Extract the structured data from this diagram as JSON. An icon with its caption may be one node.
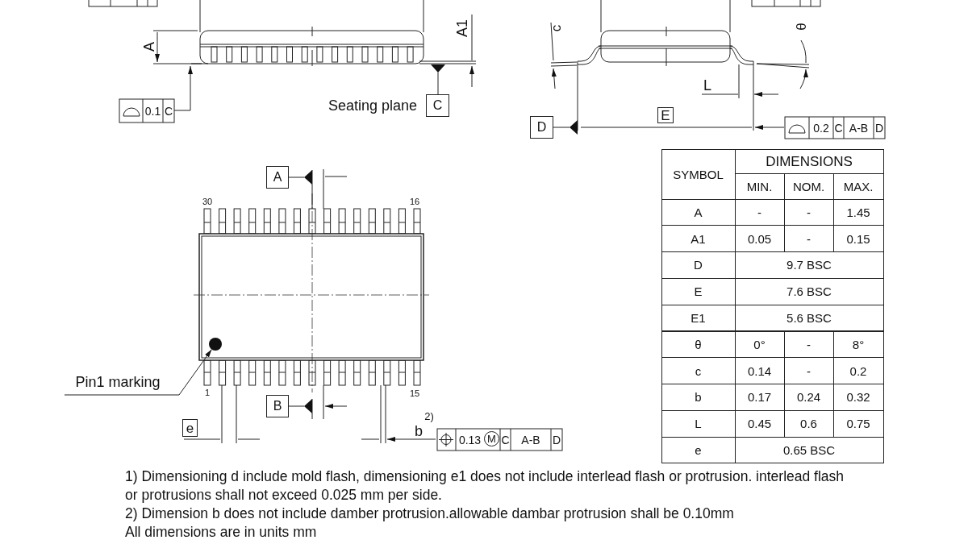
{
  "diagram": {
    "nodes": [
      {
        "text": [
          "Pin1 marking"
        ]
      },
      {
        "text": [],
        "shape": "circle"
      }
    ],
    "edges": [
      {
        "from": 0,
        "to": 1,
        "arrow": "to"
      }
    ],
    "labels": [
      "A1",
      "A",
      "0.1",
      "C",
      "Seating plane",
      "C",
      "c",
      "θ",
      "L",
      "D",
      "E",
      "0.2",
      "C",
      "A-B",
      "D",
      "A",
      "30",
      "16",
      "1",
      "15",
      "B",
      "e",
      "b",
      "2)",
      "0.13",
      "M",
      "C",
      "A-B",
      "D",
      "SYMBOL",
      "DIMENSIONS",
      "MIN.",
      "NOM.",
      "MAX.",
      "A",
      "-",
      "-",
      "1.45",
      "A1",
      "0.05",
      "-",
      "0.15",
      "D",
      "9.7 BSC",
      "E",
      "7.6 BSC",
      "E1",
      "5.6 BSC",
      "θ",
      "0°",
      "-",
      "8°",
      "c",
      "0.14",
      "-",
      "0.2",
      "b",
      "0.17",
      "0.24",
      "0.32",
      "L",
      "0.45",
      "0.6",
      "0.75",
      "e",
      "0.65 BSC",
      "1) Dimensioning d include mold flash, dimensioning e1 does not include interlead flash or protrusion. interlead flash or protrusions shall not exceed 0.025 mm per side.",
      "2) Dimension b does not include damber protrusion.allowable dambar protrusion shall be 0.10mm",
      "All dimensions are in units mm"
    ]
  }
}
